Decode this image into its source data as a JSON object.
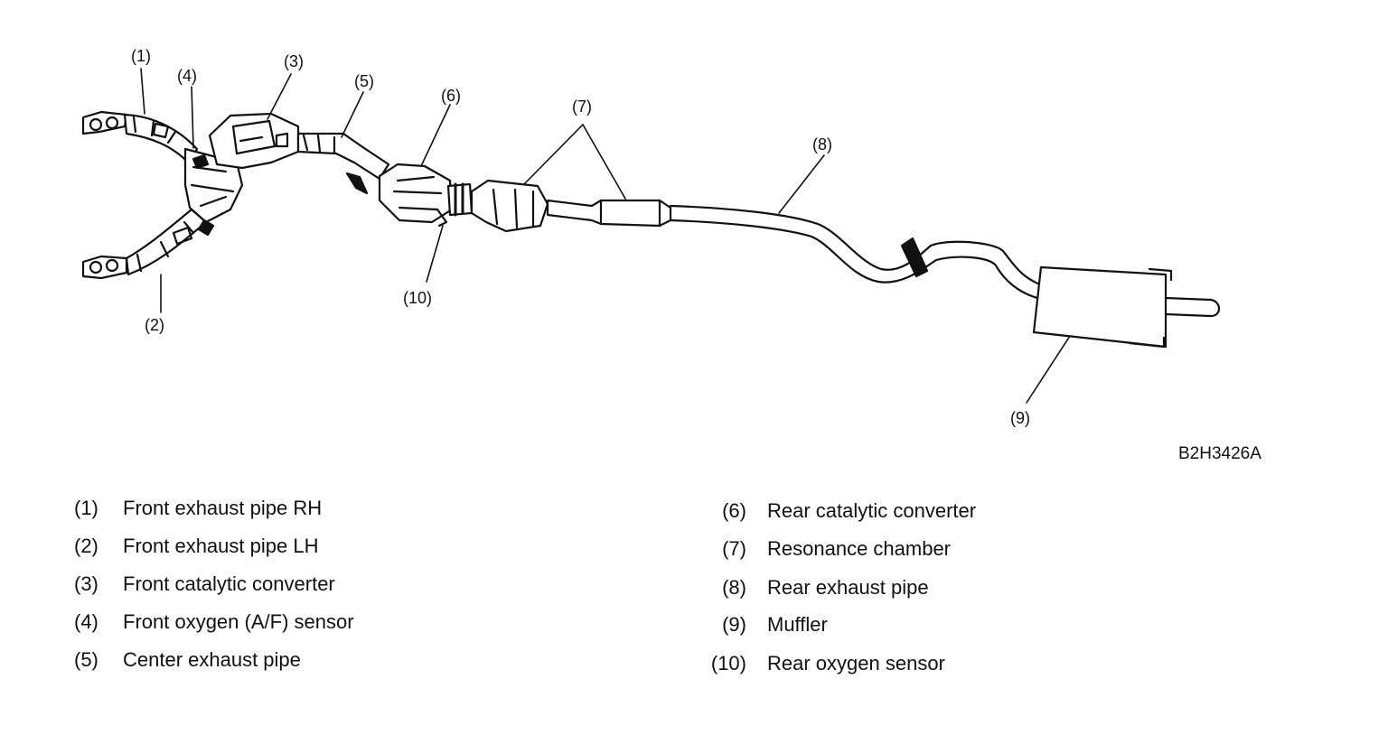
{
  "figure_code": "B2H3426A",
  "callouts": {
    "c1": "(1)",
    "c2": "(2)",
    "c3": "(3)",
    "c4": "(4)",
    "c5": "(5)",
    "c6": "(6)",
    "c7": "(7)",
    "c8": "(8)",
    "c9": "(9)",
    "c10": "(10)"
  },
  "legend": {
    "left": [
      {
        "num": "(1)",
        "text": "Front exhaust pipe RH"
      },
      {
        "num": "(2)",
        "text": "Front exhaust pipe LH"
      },
      {
        "num": "(3)",
        "text": "Front catalytic converter"
      },
      {
        "num": "(4)",
        "text": "Front oxygen (A/F) sensor"
      },
      {
        "num": "(5)",
        "text": "Center exhaust pipe"
      }
    ],
    "right": [
      {
        "num": "(6)",
        "text": "Rear catalytic converter"
      },
      {
        "num": "(7)",
        "text": "Resonance chamber"
      },
      {
        "num": "(8)",
        "text": "Rear exhaust pipe"
      },
      {
        "num": "(9)",
        "text": "Muffler"
      },
      {
        "num": "(10)",
        "text": "Rear oxygen sensor"
      }
    ]
  }
}
